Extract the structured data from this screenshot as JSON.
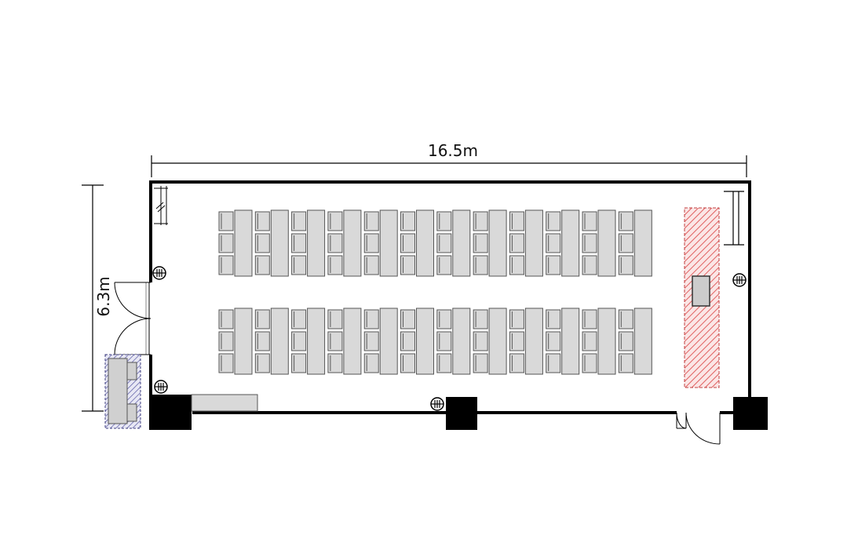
{
  "dimensions": {
    "width_label": "16.5m",
    "height_label": "6.3m"
  },
  "layout": {
    "rows": 2,
    "tables_per_row": 12,
    "seats_per_table": 3
  },
  "colors": {
    "wall": "#000000",
    "furniture_fill": "#d9d9d9",
    "furniture_stroke": "#555555",
    "stage_hatch": "#e06060",
    "storage_hatch": "#5050a0"
  },
  "icons": [
    "outlet-icon",
    "door-icon",
    "whiteboard-icon",
    "column-icon",
    "stage-hatch",
    "storage-hatch"
  ]
}
